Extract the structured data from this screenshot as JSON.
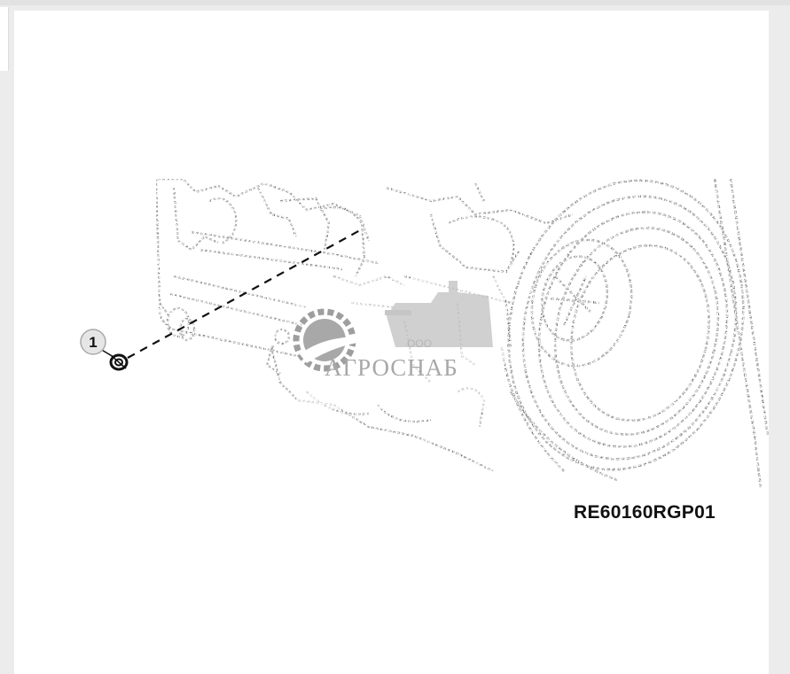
{
  "diagram": {
    "callout": {
      "number": "1"
    },
    "reference_code": "RE60160RGP01"
  },
  "watermark": {
    "company_type": "ООО",
    "company_name": "АГРОСНАБ"
  },
  "colors": {
    "ink": "#111111",
    "watermark": "#9a9a9a",
    "page_background": "#ececec",
    "panel_background": "#ffffff"
  }
}
